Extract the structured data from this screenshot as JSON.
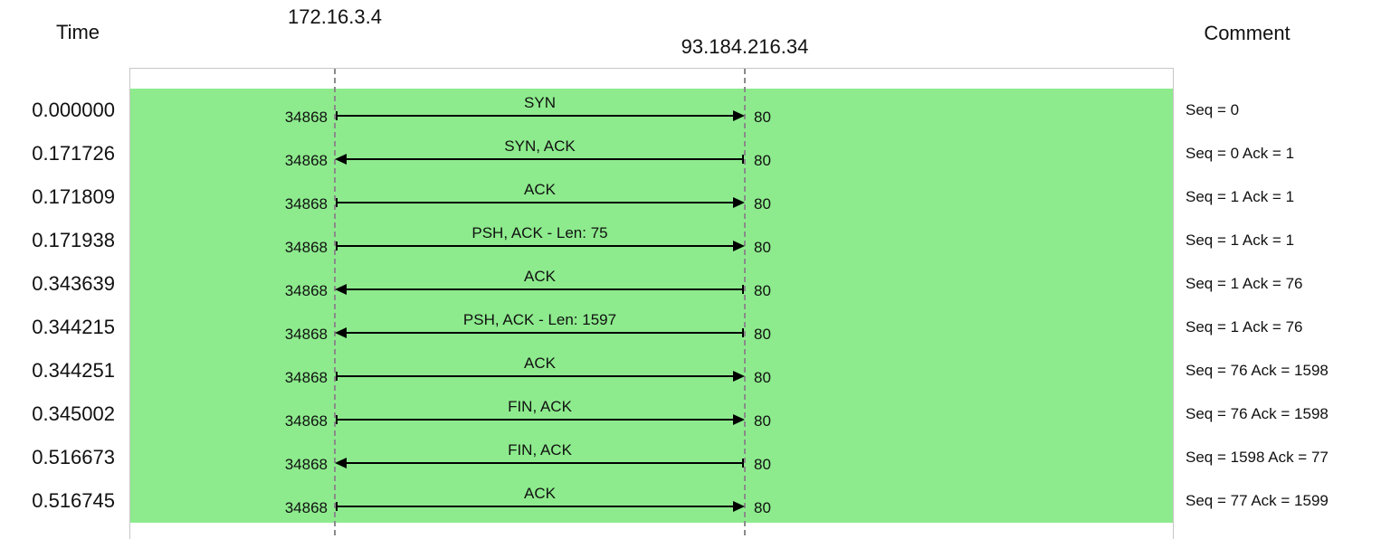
{
  "header": {
    "time_label": "Time",
    "node_left": "172.16.3.4",
    "node_right": "93.184.216.34",
    "comment_label": "Comment"
  },
  "colors": {
    "band": "#8deb8d",
    "lifeline": "#8a8a8a",
    "canvas_border": "#c6c6c6",
    "arrow": "#000000"
  },
  "rows": [
    {
      "time": "0.000000",
      "left_port": "34868",
      "right_port": "80",
      "flags": "SYN",
      "direction": "right",
      "comment": "Seq = 0"
    },
    {
      "time": "0.171726",
      "left_port": "34868",
      "right_port": "80",
      "flags": "SYN, ACK",
      "direction": "left",
      "comment": "Seq = 0 Ack = 1"
    },
    {
      "time": "0.171809",
      "left_port": "34868",
      "right_port": "80",
      "flags": "ACK",
      "direction": "right",
      "comment": "Seq = 1 Ack = 1"
    },
    {
      "time": "0.171938",
      "left_port": "34868",
      "right_port": "80",
      "flags": "PSH, ACK - Len: 75",
      "direction": "right",
      "comment": "Seq = 1 Ack = 1"
    },
    {
      "time": "0.343639",
      "left_port": "34868",
      "right_port": "80",
      "flags": "ACK",
      "direction": "left",
      "comment": "Seq = 1 Ack = 76"
    },
    {
      "time": "0.344215",
      "left_port": "34868",
      "right_port": "80",
      "flags": "PSH, ACK - Len: 1597",
      "direction": "left",
      "comment": "Seq = 1 Ack = 76"
    },
    {
      "time": "0.344251",
      "left_port": "34868",
      "right_port": "80",
      "flags": "ACK",
      "direction": "right",
      "comment": "Seq = 76 Ack = 1598"
    },
    {
      "time": "0.345002",
      "left_port": "34868",
      "right_port": "80",
      "flags": "FIN, ACK",
      "direction": "right",
      "comment": "Seq = 76 Ack = 1598"
    },
    {
      "time": "0.516673",
      "left_port": "34868",
      "right_port": "80",
      "flags": "FIN, ACK",
      "direction": "left",
      "comment": "Seq = 1598 Ack = 77"
    },
    {
      "time": "0.516745",
      "left_port": "34868",
      "right_port": "80",
      "flags": "ACK",
      "direction": "right",
      "comment": "Seq = 77 Ack = 1599"
    }
  ]
}
